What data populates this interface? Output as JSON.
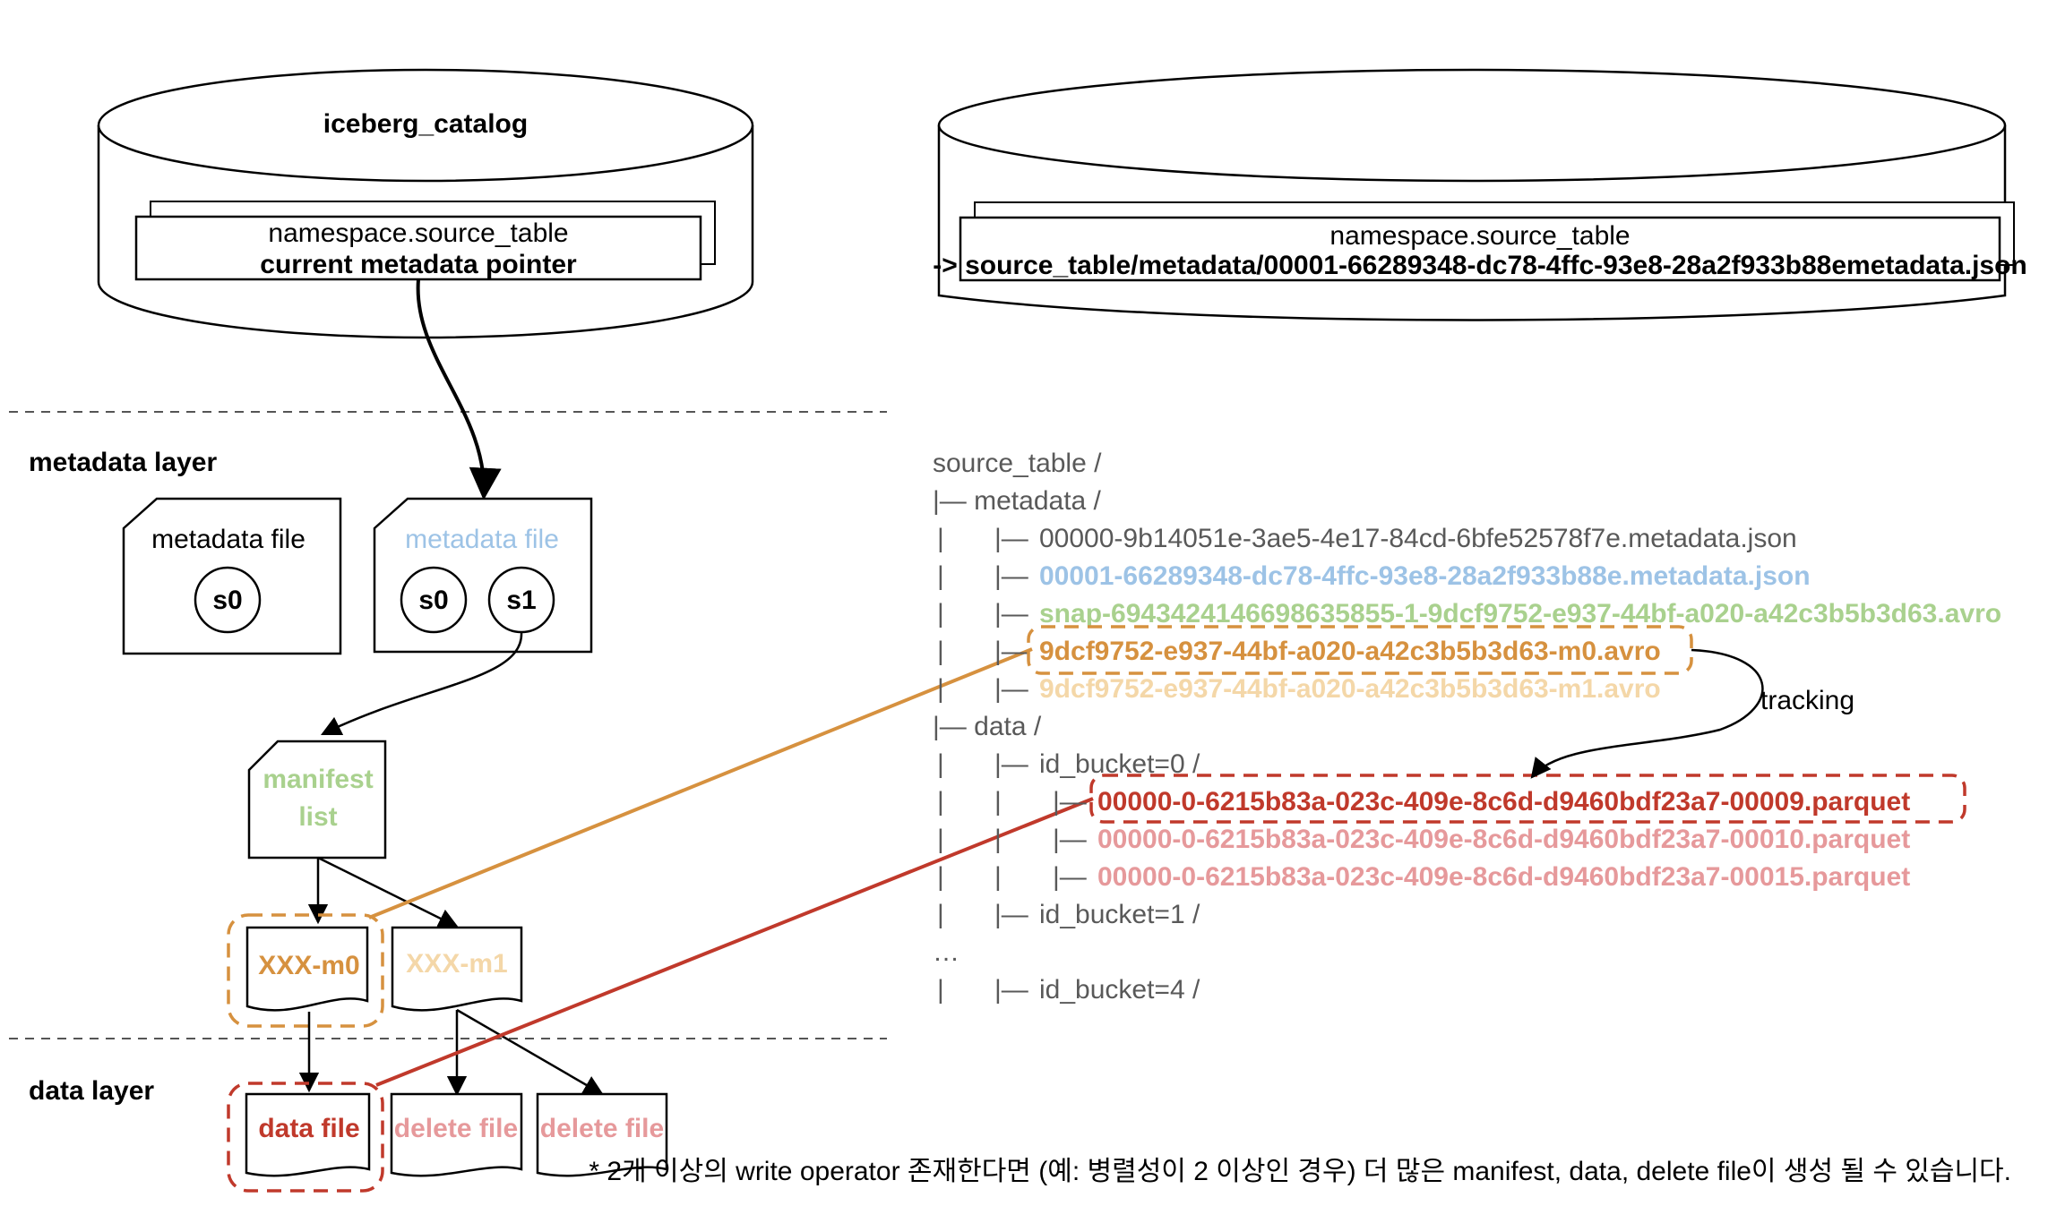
{
  "catalog": {
    "title": "iceberg_catalog",
    "entry_name": "namespace.source_table",
    "entry_pointer": "current metadata pointer"
  },
  "catalog_right": {
    "entry_name": "namespace.source_table",
    "entry_pointer": "-> source_table/metadata/00001-66289348-dc78-4ffc-93e8-28a2f933b88emetadata.json"
  },
  "layers": {
    "metadata": "metadata layer",
    "data": "data layer"
  },
  "metadata_files": [
    {
      "label": "metadata file",
      "snapshots": [
        "s0"
      ]
    },
    {
      "label": "metadata file",
      "snapshots": [
        "s0",
        "s1"
      ]
    }
  ],
  "manifest_list": {
    "line1": "manifest",
    "line2": "list"
  },
  "manifests": [
    "XXX-m0",
    "XXX-m1"
  ],
  "data_files": [
    "data file",
    "delete file",
    "delete file"
  ],
  "tree": [
    {
      "text": "source_table /",
      "color": "#595959"
    },
    {
      "text": "|— metadata /",
      "color": "#595959"
    },
    {
      "prefix": "|",
      "branch": "|— ",
      "text": "00000-9b14051e-3ae5-4e17-84cd-6bfe52578f7e.metadata.json",
      "color": "#595959"
    },
    {
      "prefix": "|",
      "branch": "|— ",
      "text": "00001-66289348-dc78-4ffc-93e8-28a2f933b88e.metadata.json",
      "color": "#9dc3e6"
    },
    {
      "prefix": "|",
      "branch": "|— ",
      "text": "snap-6943424146698635855-1-9dcf9752-e937-44bf-a020-a42c3b5b3d63.avro",
      "color": "#a9d18e"
    },
    {
      "prefix": "|",
      "branch": "|— ",
      "text": "9dcf9752-e937-44bf-a020-a42c3b5b3d63-m0.avro",
      "color": "#d6913f"
    },
    {
      "prefix": "|",
      "branch": "|— ",
      "text": "9dcf9752-e937-44bf-a020-a42c3b5b3d63-m1.avro",
      "color": "#f4d7a8"
    },
    {
      "text": "|— data /",
      "color": "#595959"
    },
    {
      "prefix": "|",
      "branch": "|— ",
      "text": "id_bucket=0 /",
      "color": "#595959"
    },
    {
      "prefix": "|",
      "prefix2": "|",
      "branch": "|— ",
      "text": "00000-0-6215b83a-023c-409e-8c6d-d9460bdf23a7-00009.parquet",
      "color": "#c0392b"
    },
    {
      "prefix": "|",
      "prefix2": "|",
      "branch": "|— ",
      "text": "00000-0-6215b83a-023c-409e-8c6d-d9460bdf23a7-00010.parquet",
      "color": "#e6999b"
    },
    {
      "prefix": "|",
      "prefix2": "|",
      "branch": "|— ",
      "text": "00000-0-6215b83a-023c-409e-8c6d-d9460bdf23a7-00015.parquet",
      "color": "#e6999b"
    },
    {
      "prefix": "|",
      "branch": "|— ",
      "text": "id_bucket=1 /",
      "color": "#595959"
    },
    {
      "text": "…",
      "color": "#595959"
    },
    {
      "prefix": "|",
      "branch": "|— ",
      "text": "id_bucket=4 /",
      "color": "#595959"
    }
  ],
  "tracking_label": "tracking",
  "footnote": "* 2개 이상의 write operator 존재한다면 (예: 병렬성이 2 이상인 경우) 더 많은 manifest, data, delete file이 생성 될 수 있습니다.",
  "colors": {
    "metadata_new": "#9dc3e6",
    "manifest_list": "#a9d18e",
    "manifest_m0": "#d6913f",
    "manifest_m1": "#f4d7a8",
    "data_file": "#c0392b",
    "delete_file": "#e6999b",
    "tree_default": "#595959"
  }
}
